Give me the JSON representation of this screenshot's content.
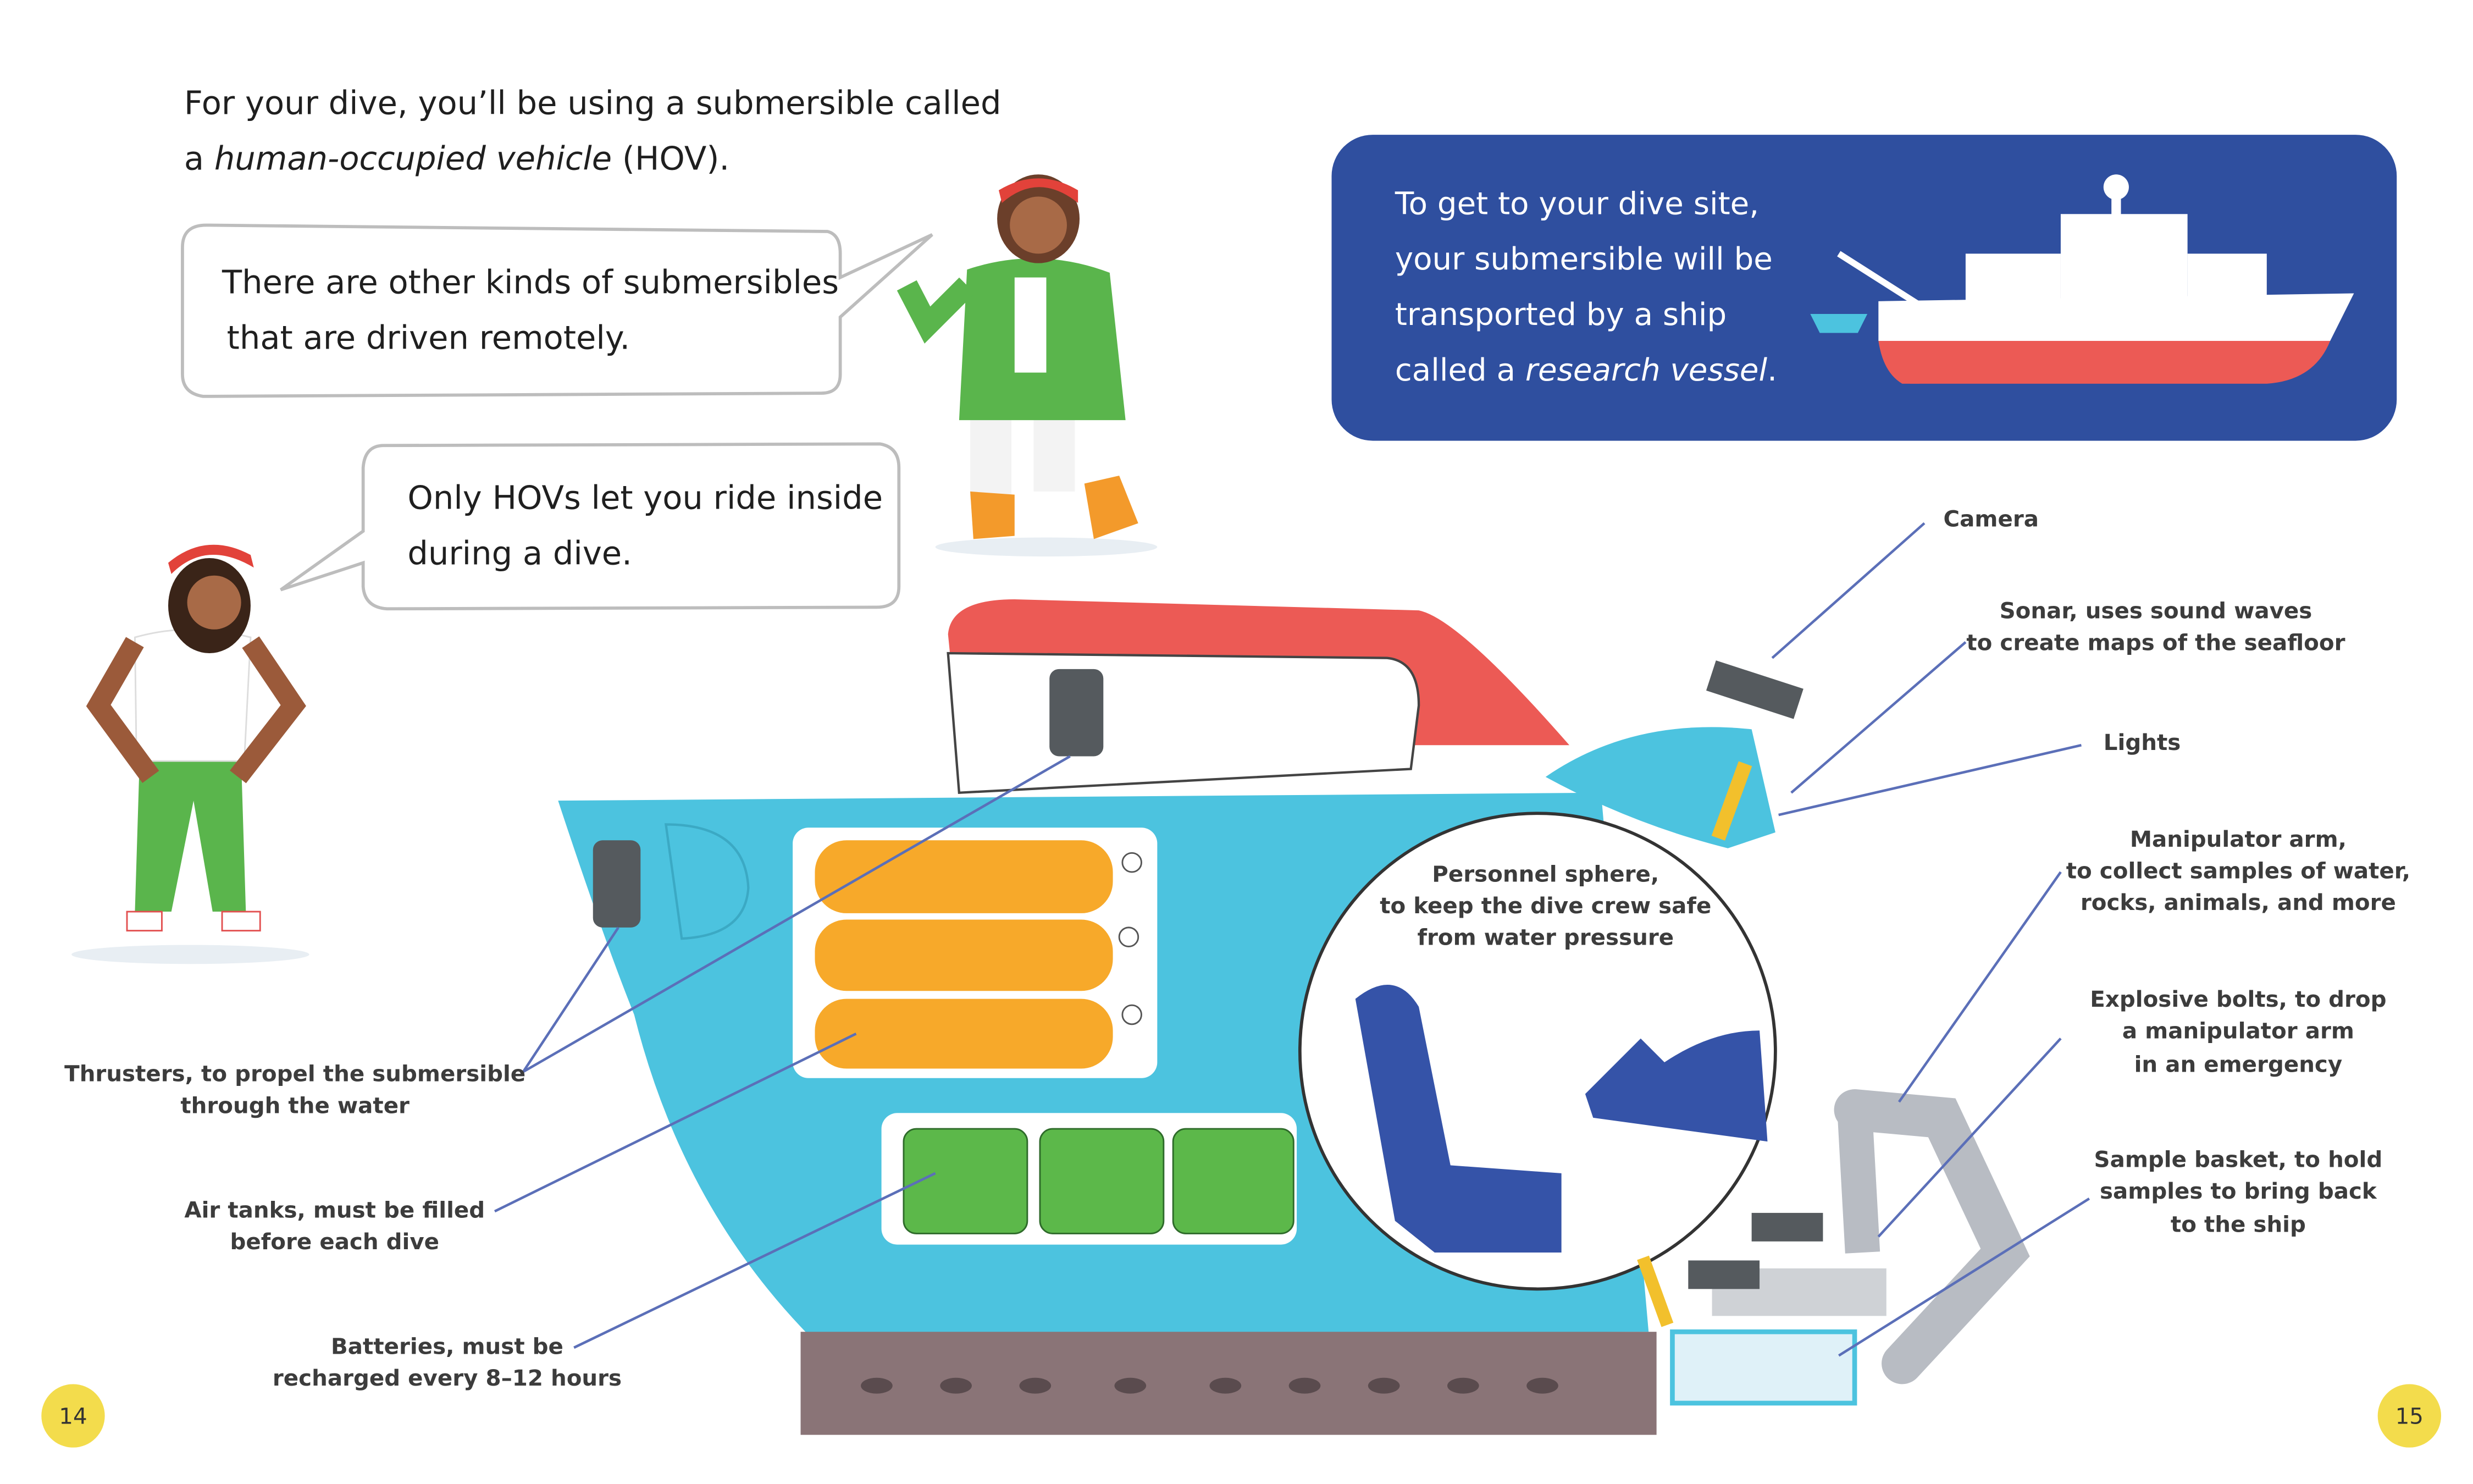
{
  "intro": {
    "line1": "For your dive, you’ll be using a submersible called",
    "line2_prefix": "a ",
    "line2_italic": "human-occupied vehicle",
    "line2_suffix": " (HOV)."
  },
  "bubbles": [
    {
      "line1": "There are other kinds of submersibles",
      "line2": "that are driven remotely."
    },
    {
      "line1": "Only HOVs let you ride inside",
      "line2": "during a dive."
    }
  ],
  "vessel_box": {
    "line1": "To get to your dive site,",
    "line2": "your submersible will be",
    "line3": "transported by a ship",
    "line4_prefix": "called a ",
    "line4_italic": "research vessel",
    "line4_suffix": ".",
    "bg_color": "#2f4f9f"
  },
  "labels": {
    "camera": [
      "Camera"
    ],
    "sonar": [
      "Sonar, uses sound waves",
      "to create maps of the seafloor"
    ],
    "lights": [
      "Lights"
    ],
    "manipulator": [
      "Manipulator arm,",
      "to collect samples of water,",
      "rocks, animals, and more"
    ],
    "bolts": [
      "Explosive bolts, to drop",
      "a manipulator arm",
      "in an emergency"
    ],
    "basket": [
      "Sample basket, to hold",
      "samples to bring back",
      "to the ship"
    ],
    "sphere": [
      "Personnel sphere,",
      "to keep the dive crew safe",
      "from water pressure"
    ],
    "thrusters": [
      "Thrusters, to propel the submersible",
      "through the water"
    ],
    "air_tanks": [
      "Air tanks, must be filled",
      "before each dive"
    ],
    "batteries": [
      "Batteries, must be",
      "recharged every 8–12 hours"
    ]
  },
  "page_numbers": {
    "left": "14",
    "right": "15"
  },
  "colors": {
    "hull": "#4cc3df",
    "top": "#ec5a55",
    "tank": "#f7a92a",
    "battery": "#5cb84a",
    "page_circle": "#f3dc4c"
  }
}
